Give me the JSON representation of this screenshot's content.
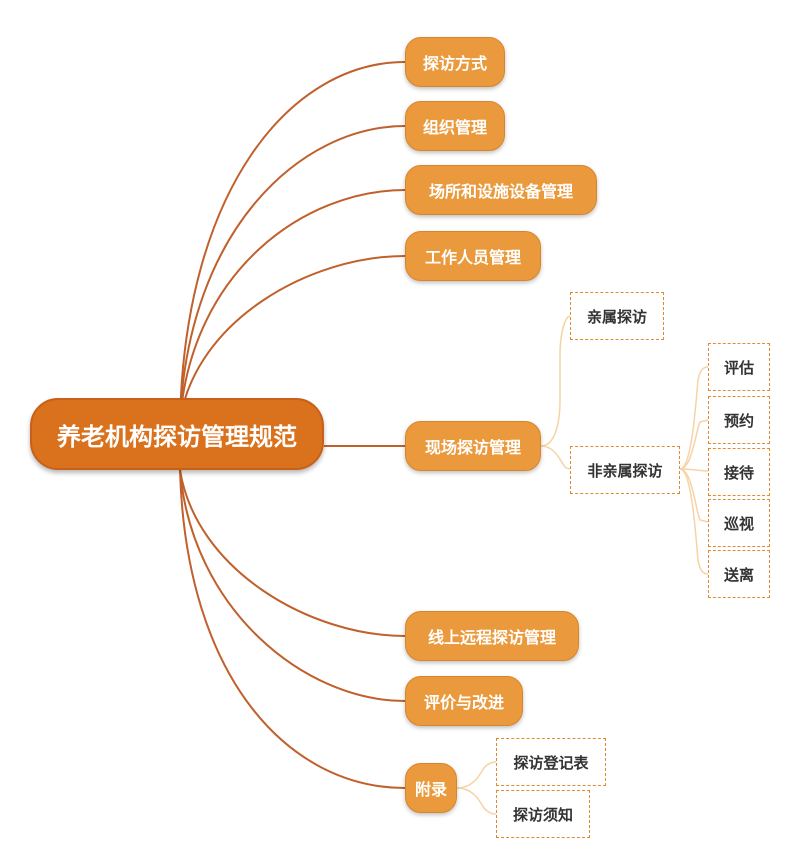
{
  "root": "养老机构探访管理规范",
  "branches": [
    {
      "label": "探访方式"
    },
    {
      "label": "组织管理"
    },
    {
      "label": "场所和设施设备管理"
    },
    {
      "label": "工作人员管理"
    },
    {
      "label": "现场探访管理",
      "children": [
        {
          "label": "亲属探访"
        },
        {
          "label": "非亲属探访",
          "children": [
            {
              "label": "评估"
            },
            {
              "label": "预约"
            },
            {
              "label": "接待"
            },
            {
              "label": "巡视"
            },
            {
              "label": "送离"
            }
          ]
        }
      ]
    },
    {
      "label": "线上远程探访管理"
    },
    {
      "label": "评价与改进"
    },
    {
      "label": "附录",
      "children": [
        {
          "label": "探访登记表"
        },
        {
          "label": "探访须知"
        }
      ]
    }
  ],
  "colors": {
    "root_fill": "#d9711d",
    "branch_fill": "#ea9a3c",
    "main_connector": "#c0602c",
    "sub_connector": "#f6d3a6",
    "leaf_border": "#e08a34"
  }
}
